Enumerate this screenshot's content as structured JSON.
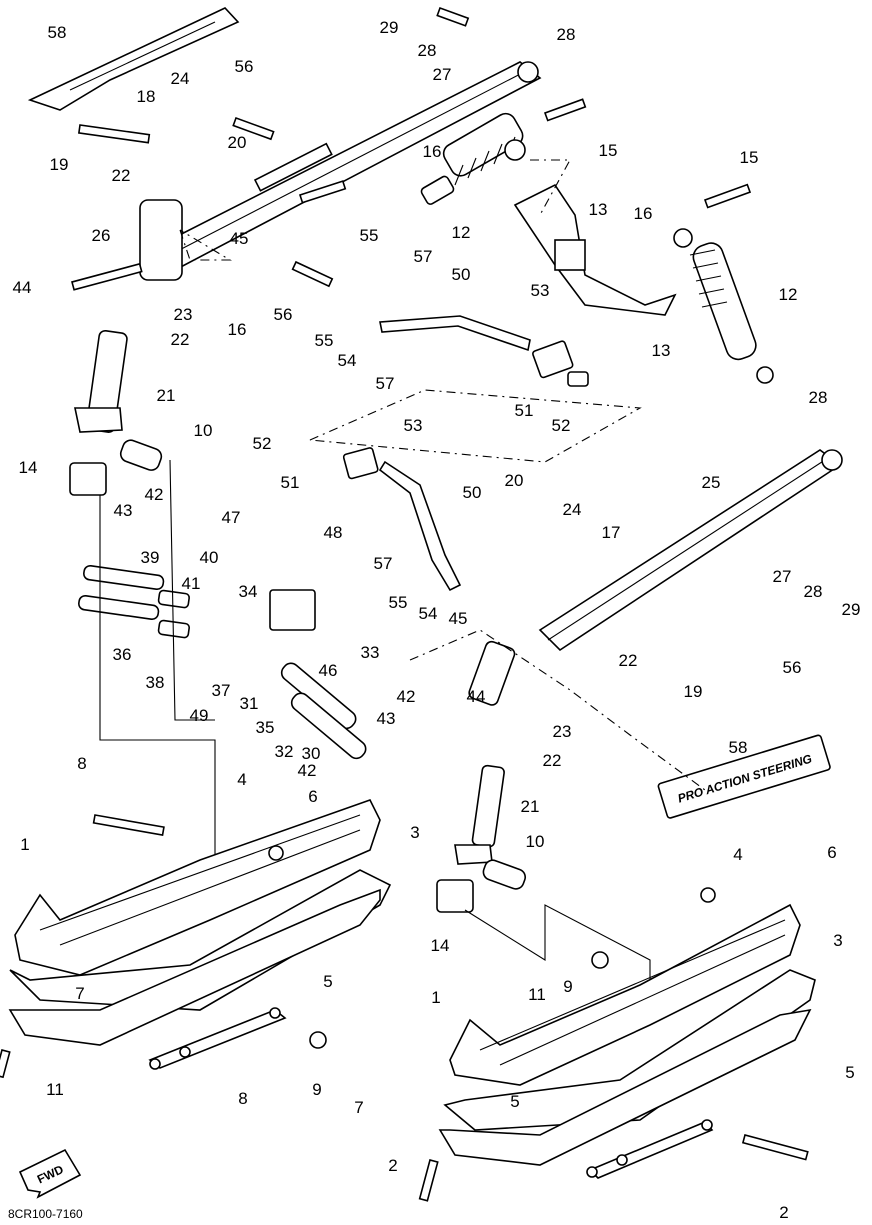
{
  "diagram": {
    "code": "8CR100-7160",
    "front_marker": "FWD",
    "logo_text": "PRO ACTION STEERING",
    "callouts": [
      "58",
      "29",
      "28",
      "27",
      "28",
      "24",
      "18",
      "56",
      "19",
      "20",
      "22",
      "16",
      "15",
      "15",
      "13",
      "16",
      "12",
      "45",
      "26",
      "44",
      "55",
      "56",
      "57",
      "50",
      "53",
      "23",
      "22",
      "16",
      "55",
      "54",
      "57",
      "12",
      "13",
      "21",
      "51",
      "52",
      "28",
      "10",
      "52",
      "53",
      "14",
      "51",
      "50",
      "42",
      "43",
      "25",
      "20",
      "24",
      "17",
      "47",
      "48",
      "57",
      "55",
      "40",
      "39",
      "41",
      "34",
      "54",
      "45",
      "27",
      "28",
      "29",
      "36",
      "38",
      "37",
      "33",
      "22",
      "56",
      "19",
      "49",
      "31",
      "46",
      "35",
      "42",
      "44",
      "43",
      "23",
      "32",
      "30",
      "42",
      "22",
      "58",
      "4",
      "8",
      "6",
      "21",
      "10",
      "3",
      "1",
      "4",
      "6",
      "7",
      "5",
      "14",
      "11",
      "9",
      "3",
      "1",
      "5",
      "9",
      "11",
      "7",
      "5",
      "2",
      "8",
      "2"
    ]
  }
}
